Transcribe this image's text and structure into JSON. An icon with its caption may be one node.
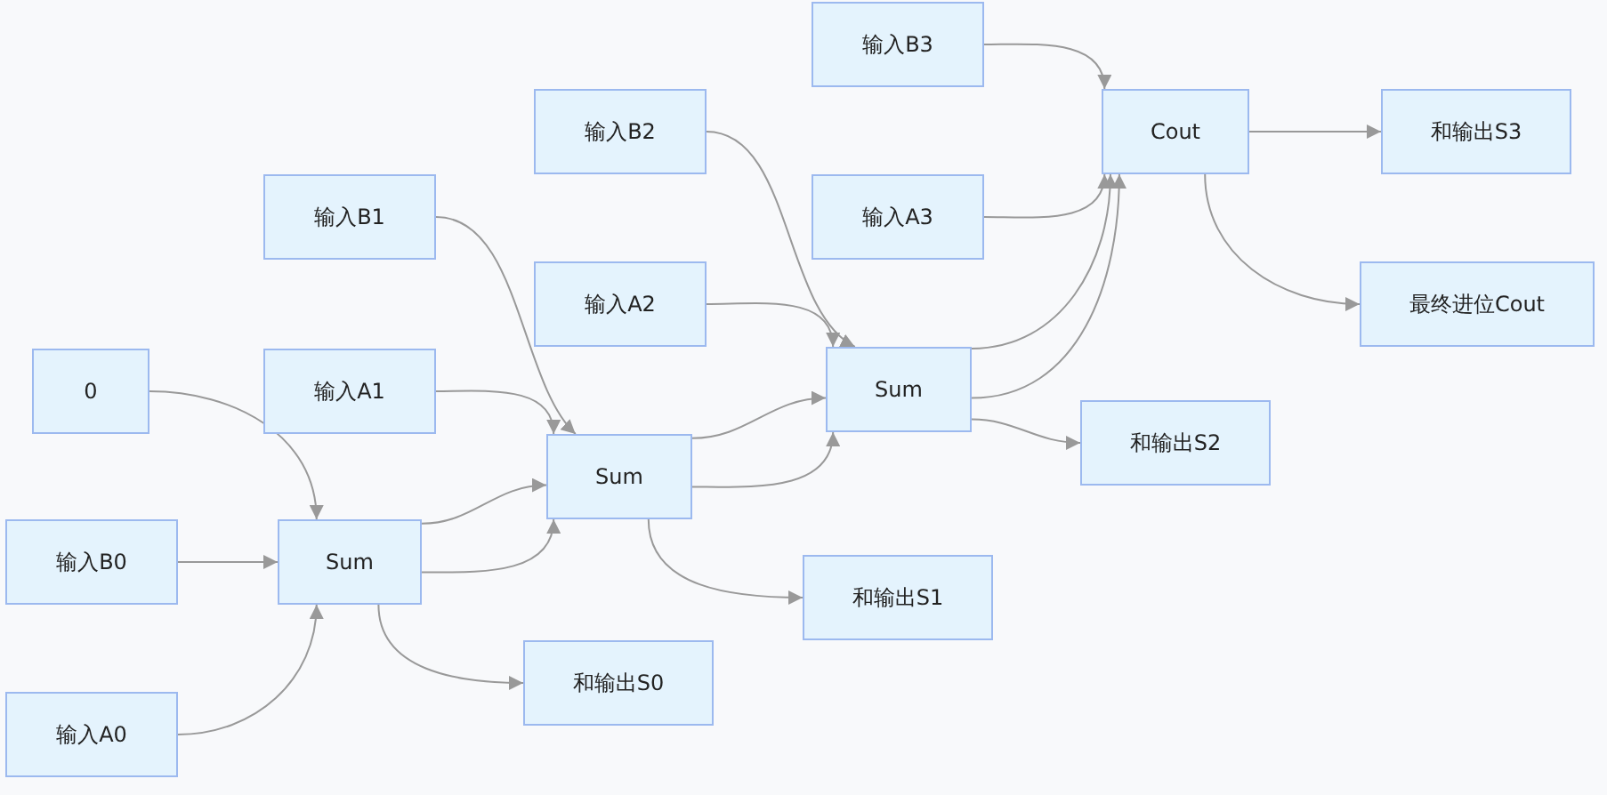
{
  "diagram": {
    "nodes": [
      {
        "text": [
          "0"
        ]
      },
      {
        "text": [
          "输入B0"
        ]
      },
      {
        "text": [
          "输入A0"
        ]
      },
      {
        "text": [
          "Sum"
        ]
      },
      {
        "text": [
          "输入A1"
        ]
      },
      {
        "text": [
          "输入B1"
        ]
      },
      {
        "text": [
          "Sum"
        ]
      },
      {
        "text": [
          "和输出S0"
        ]
      },
      {
        "text": [
          "输入A2"
        ]
      },
      {
        "text": [
          "输入B2"
        ]
      },
      {
        "text": [
          "Sum"
        ]
      },
      {
        "text": [
          "和输出S1"
        ]
      },
      {
        "text": [
          "输入A3"
        ]
      },
      {
        "text": [
          "输入B3"
        ]
      },
      {
        "text": [
          "Cout"
        ]
      },
      {
        "text": [
          "和输出S2"
        ]
      },
      {
        "text": [
          "和输出S3"
        ]
      },
      {
        "text": [
          "最终进位Cout"
        ]
      }
    ],
    "edges": [
      {
        "from": 0,
        "to": 3,
        "arrow": "to"
      },
      {
        "from": 1,
        "to": 3,
        "arrow": "to"
      },
      {
        "from": 2,
        "to": 3,
        "arrow": "to"
      },
      {
        "from": 3,
        "to": 6,
        "arrow": "to"
      },
      {
        "from": 3,
        "to": 6,
        "arrow": "to"
      },
      {
        "from": 3,
        "to": 7,
        "arrow": "to"
      },
      {
        "from": 4,
        "to": 6,
        "arrow": "to"
      },
      {
        "from": 5,
        "to": 6,
        "arrow": "to"
      },
      {
        "from": 6,
        "to": 10,
        "arrow": "to"
      },
      {
        "from": 6,
        "to": 10,
        "arrow": "to"
      },
      {
        "from": 6,
        "to": 11,
        "arrow": "to"
      },
      {
        "from": 8,
        "to": 10,
        "arrow": "to"
      },
      {
        "from": 9,
        "to": 10,
        "arrow": "to"
      },
      {
        "from": 10,
        "to": 14,
        "arrow": "to"
      },
      {
        "from": 10,
        "to": 14,
        "arrow": "to"
      },
      {
        "from": 10,
        "to": 15,
        "arrow": "to"
      },
      {
        "from": 12,
        "to": 14,
        "arrow": "to"
      },
      {
        "from": 13,
        "to": 14,
        "arrow": "to"
      },
      {
        "from": 14,
        "to": 16,
        "arrow": "to"
      },
      {
        "from": 14,
        "to": 17,
        "arrow": "to"
      }
    ]
  }
}
